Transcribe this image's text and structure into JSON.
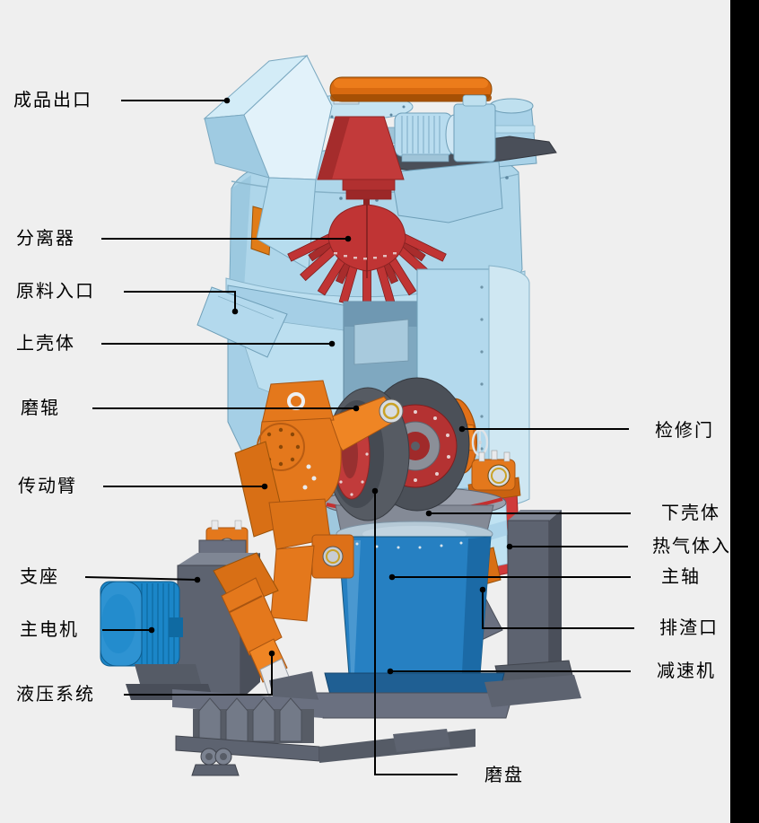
{
  "diagram": {
    "subject": "vertical-roller-mill-parts-diagram",
    "labels": {
      "finished_product_outlet": "成品出口",
      "separator": "分离器",
      "raw_material_inlet": "原料入口",
      "upper_shell": "上壳体",
      "grinding_roller": "磨辊",
      "drive_arm": "传动臂",
      "support_base": "支座",
      "main_motor": "主电机",
      "hydraulic_system": "液压系统",
      "inspection_door": "检修门",
      "lower_shell": "下壳体",
      "hot_gas_inlet": "热气体入",
      "main_shaft": "主轴",
      "slag_discharge_port": "排渣口",
      "reducer": "减速机",
      "grinding_table": "磨盘"
    },
    "colors": {
      "background": "#efefef",
      "side_bar": "#000000",
      "shell_light_blue": "#aed6ea",
      "shell_pale_blue": "#cfe7f2",
      "separator_red": "#c03434",
      "accent_orange": "#e4781c",
      "ring_orange": "#d96a10",
      "hot_gas_duct_red": "#d03a3a",
      "motor_blue": "#1b86c8",
      "gearbox_blue": "#2680c2",
      "frame_gray": "#5d6370",
      "leader_line": "#000000"
    }
  }
}
